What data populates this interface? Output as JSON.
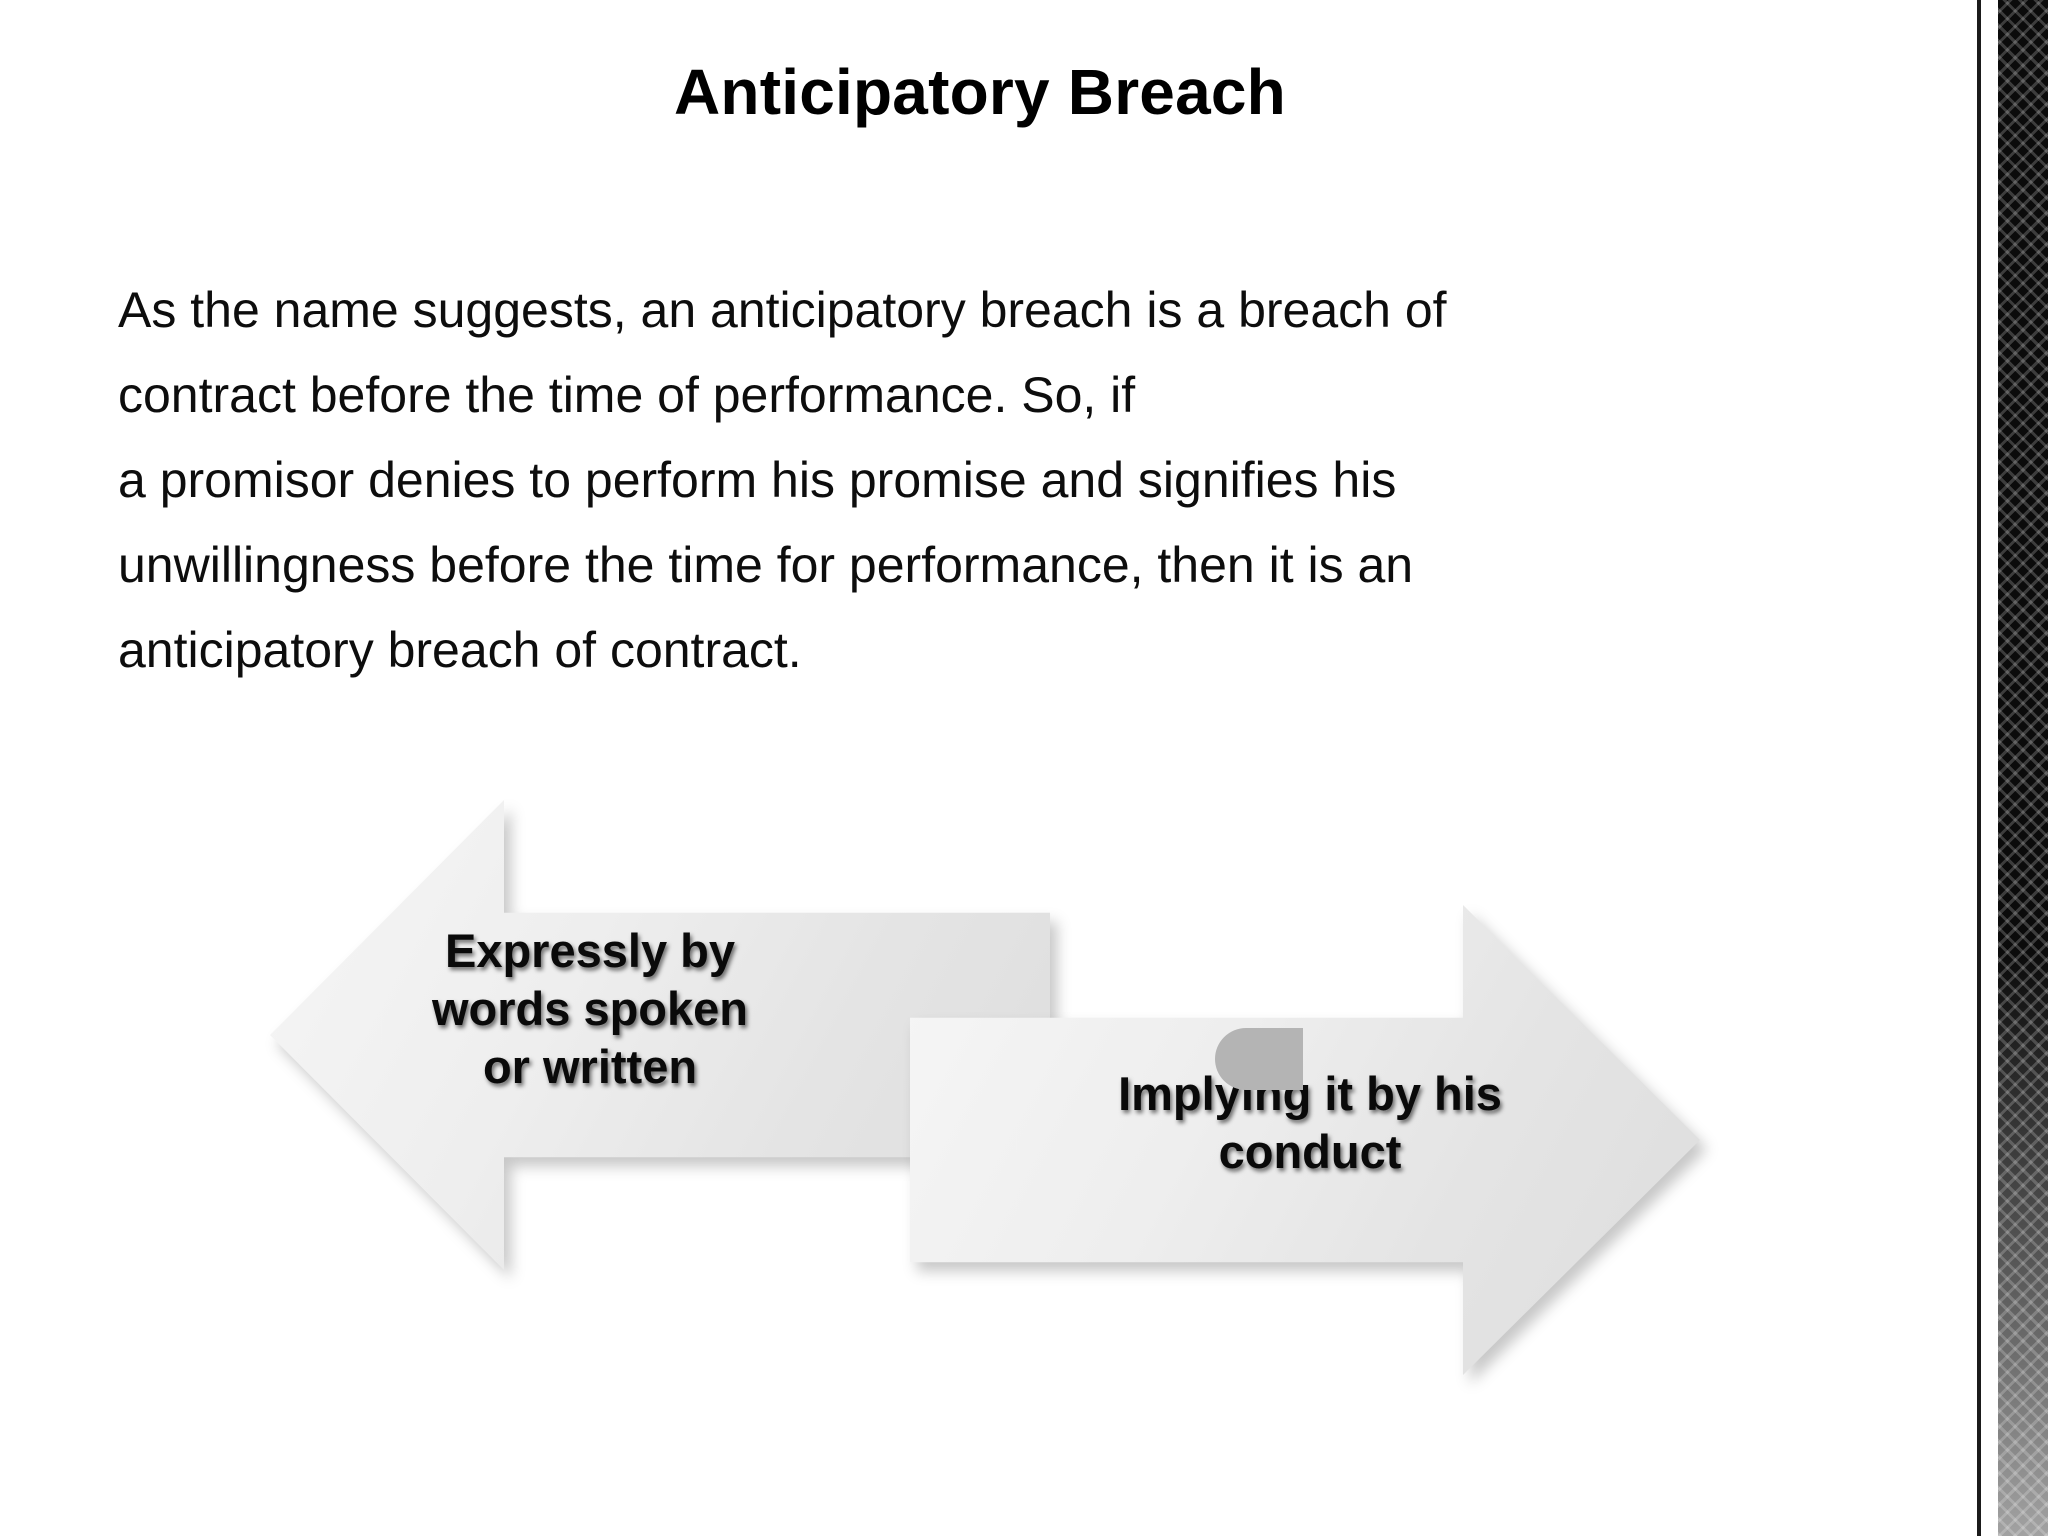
{
  "slide": {
    "title": "Anticipatory Breach",
    "background_color": "#ffffff",
    "text_color": "#0d0d0d"
  },
  "body": {
    "lines": [
      "As the name suggests, an anticipatory breach is a breach of",
      "contract before the time of performance. So, if",
      "a promisor denies to perform his promise and signifies his",
      "unwillingness before the time for performance, then it is an",
      "anticipatory breach of contract."
    ],
    "full_text": "As the name suggests, an anticipatory breach is a breach of contract before the time of performance. So, if a promisor denies to perform his promise and signifies his unwillingness before the time for performance, then it is an anticipatory breach of contract."
  },
  "diagram": {
    "type": "two-way-arrow-pair",
    "arrows": [
      {
        "direction": "left",
        "label": "Expressly by\nwords spoken\nor written",
        "fill_color": "#eeeeee"
      },
      {
        "direction": "right",
        "label": "Implying it by his\nconduct",
        "fill_color": "#eeeeee"
      }
    ],
    "overlap_accent_color": "#b4b4b4"
  },
  "decoration": {
    "edge_rule_color": "#1b1b1b",
    "edge_strip_color": "#0b0b0b",
    "edge_strip_pattern": "diamond-mesh"
  }
}
